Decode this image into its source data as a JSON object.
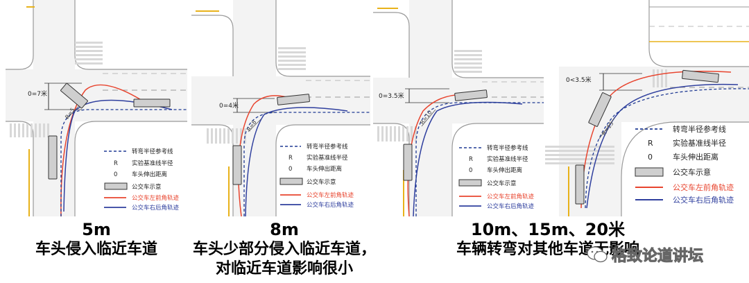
{
  "panels": [
    {
      "radius_value": "5m",
      "caption_line1": "车头侵入临近车道",
      "caption_line2": "",
      "distance_label": "0=7米",
      "radius_label": "R=5",
      "legend": {
        "turn_ref": "转弯半径参考线",
        "r_symbol": "R",
        "r_desc": "实验基准线半径",
        "o_symbol": "0",
        "o_desc": "车头伸出距离",
        "bus_desc": "公交车示意",
        "front_left": "公交车左前角轨迹",
        "rear_right": "公交车右后角轨迹"
      }
    },
    {
      "radius_value": "8m",
      "caption_line1": "车头少部分侵入临近车道，",
      "caption_line2": "对临近车道影响很小",
      "distance_label": "0=4米",
      "radius_label": "R=8",
      "legend": {
        "turn_ref": "转弯半径参考线",
        "r_symbol": "R",
        "r_desc": "实验基准线半径",
        "o_symbol": "0",
        "o_desc": "车头伸出距离",
        "bus_desc": "公交车示意",
        "front_left": "公交车左前角轨迹",
        "rear_right": "公交车右后角轨迹"
      }
    },
    {
      "radius_value": "10m、15m、20米",
      "caption_line1": "车辆转弯对其他车道无影响",
      "caption_line2": "",
      "distance_label": "0=3.5米",
      "radius_label": "R=10",
      "legend": {
        "turn_ref": "转弯半径参考线",
        "r_symbol": "R",
        "r_desc": "实验基准线半径",
        "o_symbol": "0",
        "o_desc": "车头伸出距离",
        "bus_desc": "公交车示意",
        "front_left": "公交车左前角轨迹",
        "rear_right": "公交车右后角轨迹"
      }
    },
    {
      "distance_label": "0<3.5米",
      "radius_label": "R=15",
      "legend": {
        "turn_ref": "转弯半径参考线",
        "r_symbol": "R",
        "r_desc": "实验基准线半径",
        "o_symbol": "0",
        "o_desc": "车头伸出距离",
        "bus_desc": "公交车示意",
        "front_left": "公交车左前角轨迹",
        "rear_right": "公交车右后角轨迹"
      }
    }
  ],
  "watermark": "格致论道讲坛",
  "colors": {
    "red_track": "#e8442e",
    "blue_track": "#2f3f9e",
    "ref_line": "#1f3a93",
    "curb": "#999999",
    "yellow_line": "#e8b21a"
  }
}
